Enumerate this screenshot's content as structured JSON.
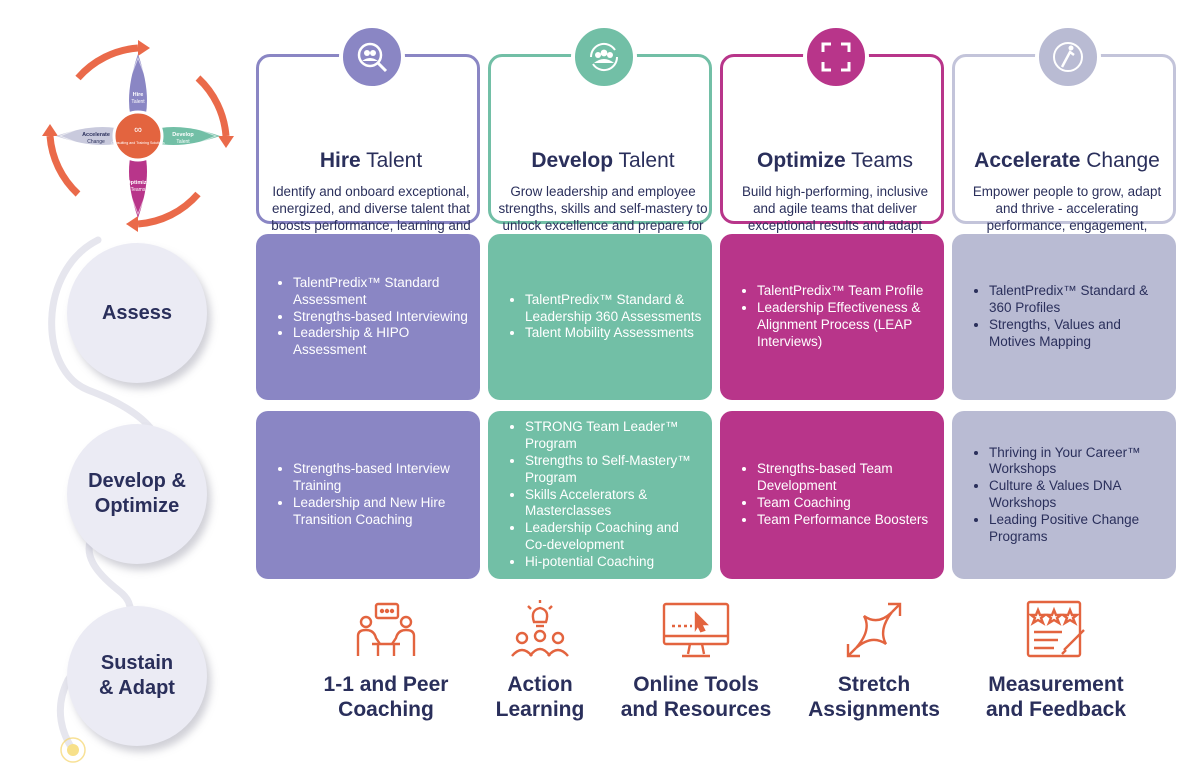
{
  "logo": {
    "center_label": "Consulting and Training Solutions",
    "quadrants": [
      {
        "line1": "Hire",
        "line2": "Talent"
      },
      {
        "line1": "Develop",
        "line2": "Talent"
      },
      {
        "line1": "Optimize",
        "line2": "Teams"
      },
      {
        "line1": "Accelerate",
        "line2": "Change"
      }
    ]
  },
  "columns": [
    {
      "bold": "Hire",
      "rest": " Talent",
      "desc": "Identify and onboard exceptional, energized, and diverse talent that boosts performance, learning and impact.",
      "color": "#8a86c4",
      "icon": "people-search-icon"
    },
    {
      "bold": "Develop",
      "rest": " Talent",
      "desc": "Grow leadership and employee strengths, skills and self-mastery to unlock excellence and prepare for the future.",
      "color": "#72bfa6",
      "icon": "group-cycle-icon"
    },
    {
      "bold": "Optimize",
      "rest": " Teams",
      "desc": "Build high-performing, inclusive and agile teams that deliver exceptional results and adapt confidently to change.",
      "color": "#b8358a",
      "icon": "expand-arrows-icon"
    },
    {
      "bold": "Accelerate",
      "rest": " Change",
      "desc": "Empower people to grow, adapt and thrive - accelerating performance, engagement, innovation, and positive change.",
      "color": "#b9bbd3",
      "icon": "rising-figure-icon"
    }
  ],
  "rows": [
    {
      "label_lines": [
        "Assess"
      ]
    },
    {
      "label_lines": [
        "Develop &",
        "Optimize"
      ]
    },
    {
      "label_lines": [
        "Sustain",
        "& Adapt"
      ]
    }
  ],
  "assess": [
    [
      "TalentPredix™ Standard Assessment",
      "Strengths-based Interviewing",
      "Leadership & HIPO Assessment"
    ],
    [
      "TalentPredix™ Standard & Leadership 360 Assessments",
      "Talent Mobility Assessments"
    ],
    [
      "TalentPredix™ Team Profile",
      "Leadership Effectiveness & Alignment Process (LEAP Interviews)"
    ],
    [
      "TalentPredix™ Standard & 360 Profiles",
      "Strengths, Values and Motives Mapping"
    ]
  ],
  "develop": [
    [
      "Strengths-based Interview Training",
      "Leadership and New Hire Transition  Coaching"
    ],
    [
      "STRONG Team Leader™ Program",
      "Strengths to Self-Mastery™ Program",
      "Skills Accelerators & Masterclasses",
      "Leadership Coaching and Co-development",
      "Hi-potential Coaching"
    ],
    [
      "Strengths-based  Team Development",
      "Team Coaching",
      "Team Performance Boosters"
    ],
    [
      "Thriving in Your Career™ Workshops",
      "Culture & Values DNA Workshops",
      "Leading Positive Change Programs"
    ]
  ],
  "sustain": [
    {
      "lines": [
        "1-1 and Peer",
        "Coaching"
      ],
      "icon": "coaching-chat-icon"
    },
    {
      "lines": [
        "Action",
        "Learning"
      ],
      "icon": "lightbulb-group-icon"
    },
    {
      "lines": [
        "Online Tools",
        "and Resources"
      ],
      "icon": "monitor-cursor-icon"
    },
    {
      "lines": [
        "Stretch",
        "Assignments"
      ],
      "icon": "stretch-arrows-icon"
    },
    {
      "lines": [
        "Measurement",
        "and Feedback"
      ],
      "icon": "rating-feedback-icon"
    }
  ],
  "accent_orange": "#e3643f"
}
